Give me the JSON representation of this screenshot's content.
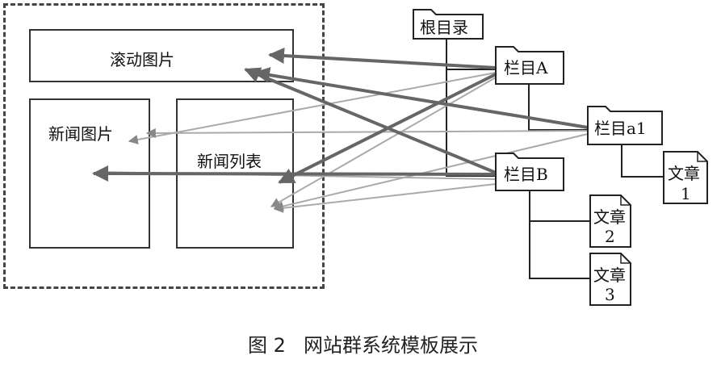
{
  "layout_template": {
    "blocks": {
      "scroll_images": "滚动图片",
      "news_images": "新闻图片",
      "news_list": "新闻列表"
    }
  },
  "site_tree": {
    "root": "根目录",
    "column_a": "栏目A",
    "column_a1": "栏目a1",
    "column_b": "栏目B",
    "article_1": [
      "文章",
      "1"
    ],
    "article_2": [
      "文章",
      "2"
    ],
    "article_3": [
      "文章",
      "3"
    ]
  },
  "caption": {
    "figure_num": "图 2",
    "title": "网站群系统模板展示"
  },
  "colors": {
    "arrow_thick": "#666666",
    "arrow_thin": "#aaaaaa",
    "tree_line": "#222222",
    "frame_border": "#444444"
  }
}
